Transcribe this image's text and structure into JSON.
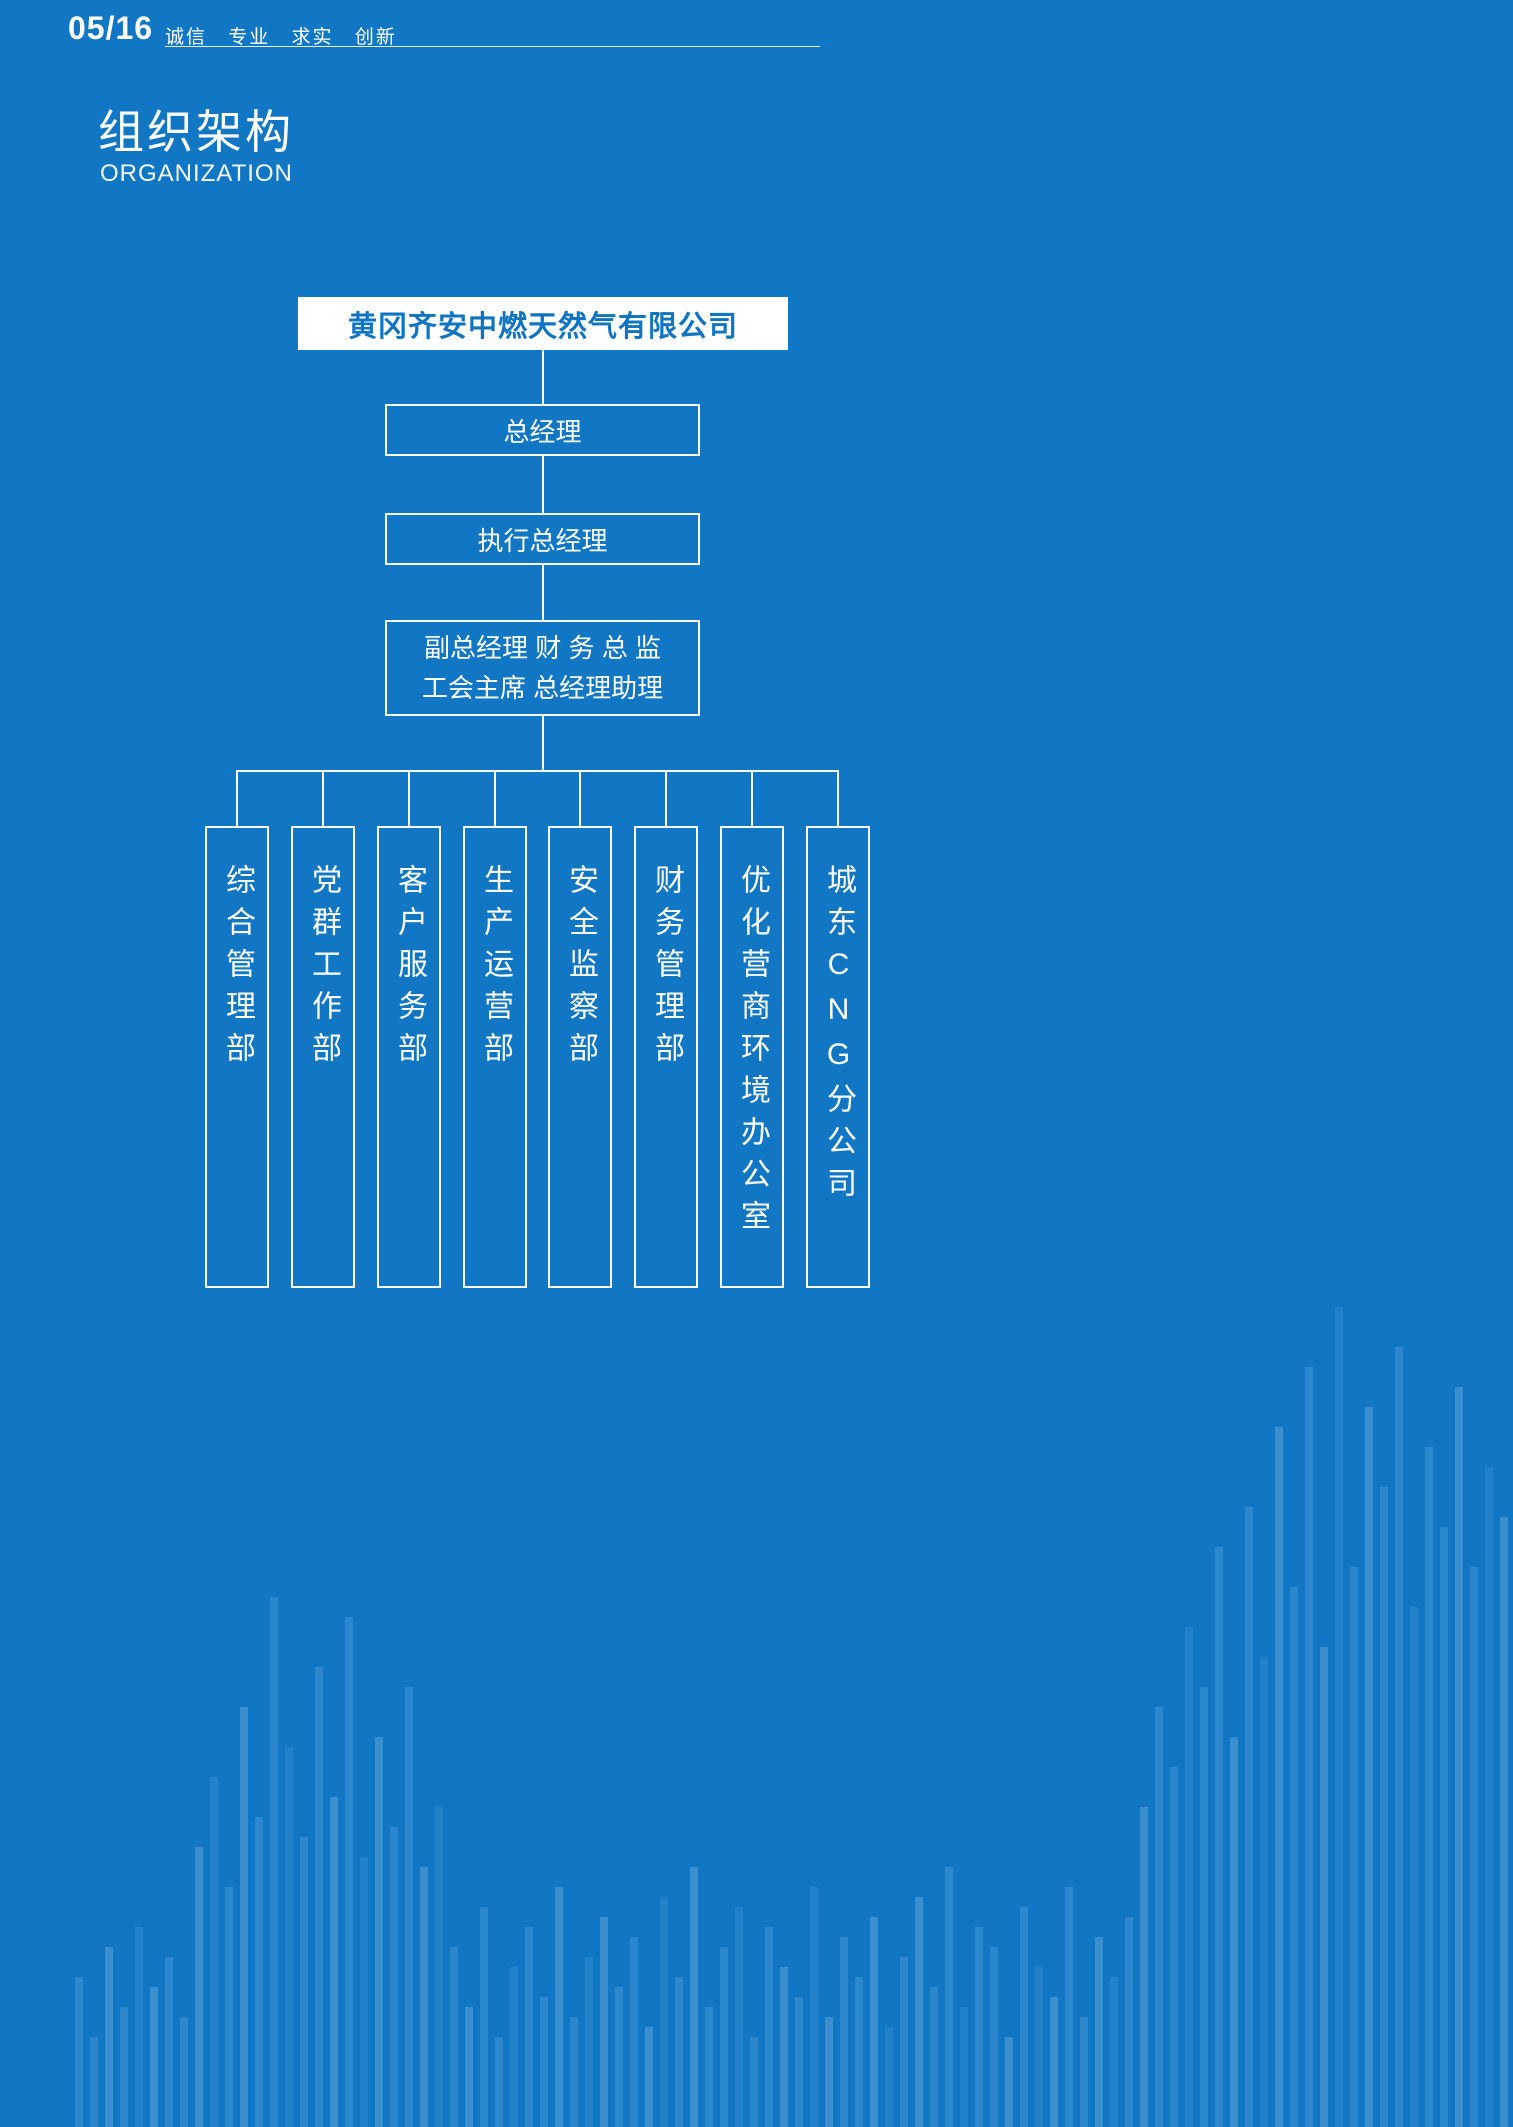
{
  "header": {
    "page_number": "05/16",
    "motto": "诚信 专业 求实 创新"
  },
  "title": {
    "cn": "组织架构",
    "en": "ORGANIZATION"
  },
  "org_chart": {
    "root": "黄冈齐安中燃天然气有限公司",
    "level2": "总经理",
    "level3": "执行总经理",
    "level4": {
      "line1": "副总经理  财 务 总 监",
      "line2": "工会主席  总经理助理"
    },
    "departments": [
      "综合管理部",
      "党群工作部",
      "客户服务部",
      "生产运营部",
      "安全监察部",
      "财务管理部",
      "优化营商环境办公室",
      "城东CNG分公司"
    ]
  },
  "colors": {
    "background": "#1177c5",
    "box_fill": "#ffffff",
    "root_text": "#0f74c2",
    "line": "#ffffff"
  },
  "decor": {
    "bars": [
      150,
      90,
      180,
      120,
      200,
      140,
      170,
      110,
      280,
      350,
      240,
      420,
      310,
      530,
      380,
      290,
      460,
      330,
      510,
      270,
      390,
      300,
      440,
      260,
      320,
      180,
      120,
      220,
      90,
      160,
      200,
      130,
      240,
      110,
      170,
      210,
      140,
      190,
      100,
      230,
      150,
      260,
      120,
      180,
      220,
      90,
      200,
      160,
      130,
      240,
      110,
      190,
      150,
      210,
      100,
      170,
      230,
      140,
      260,
      120,
      200,
      180,
      90,
      220,
      160,
      130,
      240,
      110,
      190,
      150,
      210,
      320,
      420,
      360,
      500,
      440,
      580,
      390,
      620,
      470,
      700,
      540,
      760,
      480,
      820,
      560,
      720,
      640,
      780,
      520,
      680,
      600,
      740,
      560,
      660,
      610
    ]
  }
}
